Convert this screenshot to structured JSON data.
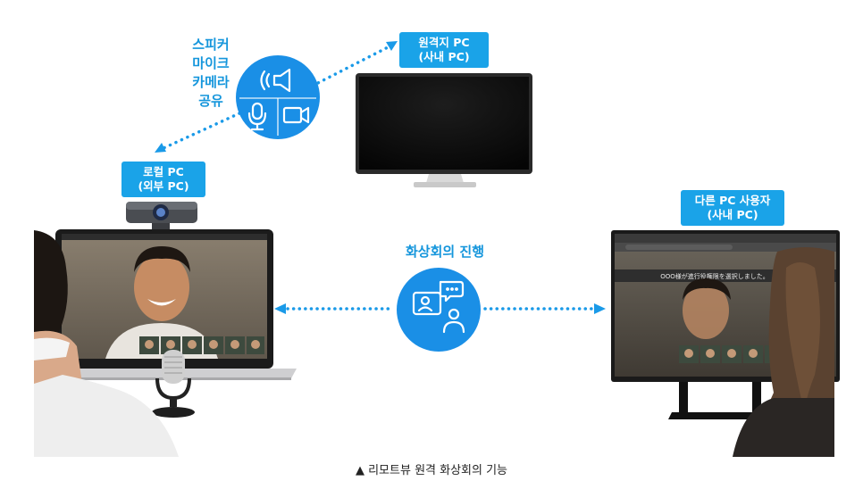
{
  "labels": {
    "remote_pc": "원격지 PC\n(사내 PC)",
    "local_pc": "로컬 PC\n(외부 PC)",
    "other_user": "다른 PC 사용자\n(사내 PC)",
    "share_features": [
      "스피커",
      "마이크",
      "카메라",
      "공유"
    ],
    "meeting_progress": "화상회의 진행"
  },
  "screen_notice": "OOO様が進行役権限を選択しました。",
  "caption": "▲ 리모트뷰 원격 화상회의 기능",
  "colors": {
    "accent": "#1a8fe6",
    "badge": "#1aa3e8",
    "dots": "#1a9ae8"
  },
  "icons": [
    "speaker-icon",
    "microphone-icon",
    "camera-icon",
    "video-conference-icon",
    "webcam-device",
    "desk-microphone"
  ]
}
